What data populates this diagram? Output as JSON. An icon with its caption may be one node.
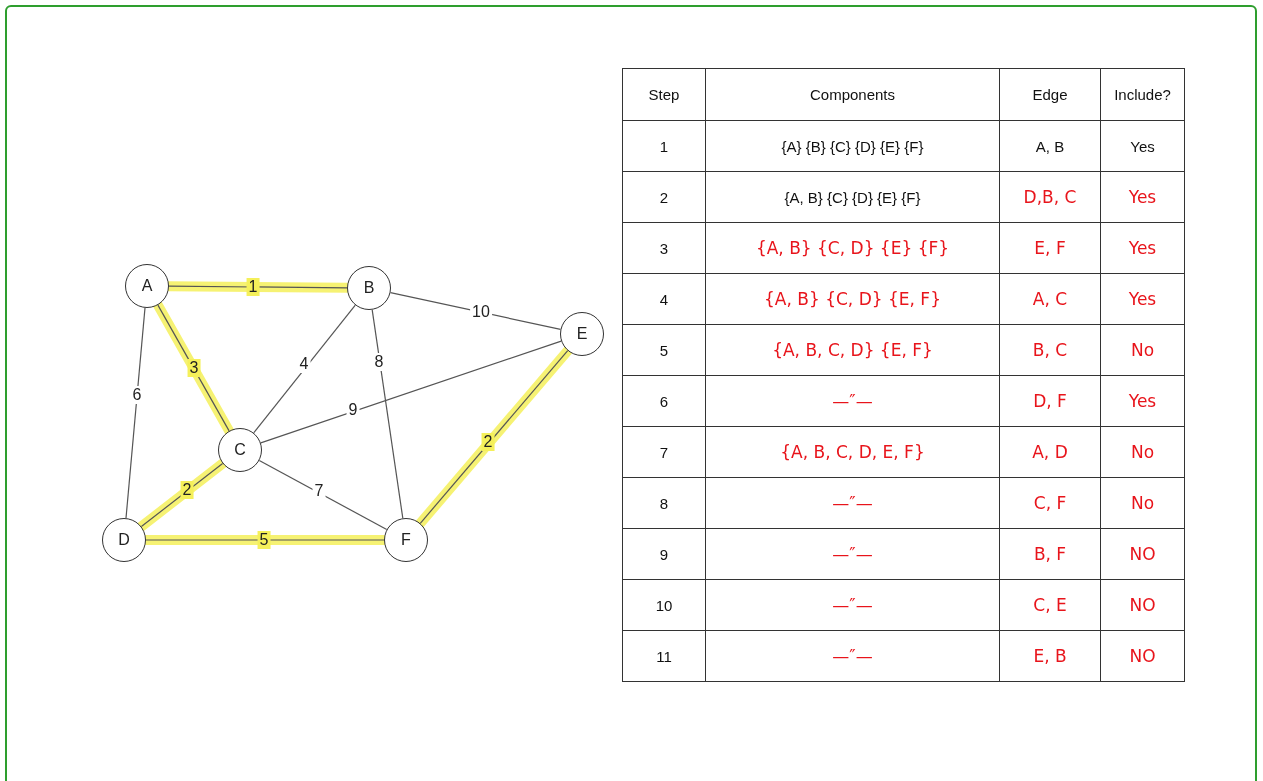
{
  "diagram": {
    "nodes": [
      {
        "text": [
          "A"
        ]
      },
      {
        "text": [
          "B"
        ]
      },
      {
        "text": [
          "E"
        ]
      },
      {
        "text": [
          "C"
        ]
      },
      {
        "text": [
          "D"
        ]
      },
      {
        "text": [
          "F"
        ]
      }
    ],
    "edges": [
      {
        "from": 0,
        "to": 1,
        "arrow": "none",
        "label": "1",
        "style": "thick",
        "color": "#f5f05a"
      },
      {
        "from": 1,
        "to": 2,
        "arrow": "none",
        "label": "10"
      },
      {
        "from": 0,
        "to": 3,
        "arrow": "none",
        "label": "3",
        "style": "thick",
        "color": "#f5f05a"
      },
      {
        "from": 3,
        "to": 1,
        "arrow": "none",
        "label": "4"
      },
      {
        "from": 1,
        "to": 5,
        "arrow": "none",
        "label": "8"
      },
      {
        "from": 0,
        "to": 4,
        "arrow": "none",
        "label": "6"
      },
      {
        "from": 3,
        "to": 2,
        "arrow": "none",
        "label": "9"
      },
      {
        "from": 4,
        "to": 3,
        "arrow": "none",
        "label": "2",
        "style": "thick",
        "color": "#f5f05a"
      },
      {
        "from": 3,
        "to": 5,
        "arrow": "none",
        "label": "7"
      },
      {
        "from": 4,
        "to": 5,
        "arrow": "none",
        "label": "5",
        "style": "thick",
        "color": "#f5f05a"
      },
      {
        "from": 5,
        "to": 2,
        "arrow": "none",
        "label": "2",
        "style": "thick",
        "color": "#f5f05a"
      }
    ],
    "labels": [
      "Step",
      "Components",
      "Edge",
      "Include?",
      "1",
      "{A} {B} {C} {D} {E} {F}",
      "A, B",
      "Yes",
      "2",
      "{A, B} {C} {D} {E} {F}",
      "D,B, C",
      "Yes",
      "3",
      "{A, B} {C, D} {E} {F}",
      "E, F",
      "Yes",
      "4",
      "{A, B} {C, D} {E, F}",
      "A, C",
      "Yes",
      "5",
      "{A, B, C, D} {E, F}",
      "B, C",
      "No",
      "6",
      "—″—",
      "D, F",
      "Yes",
      "7",
      "{A, B, C, D, E, F}",
      "A, D",
      "No",
      "8",
      "—″—",
      "C, F",
      "No",
      "9",
      "—″—",
      "B, F",
      "NO",
      "10",
      "—″—",
      "C, E",
      "NO",
      "11",
      "—″—",
      "E, B",
      "NO"
    ]
  }
}
